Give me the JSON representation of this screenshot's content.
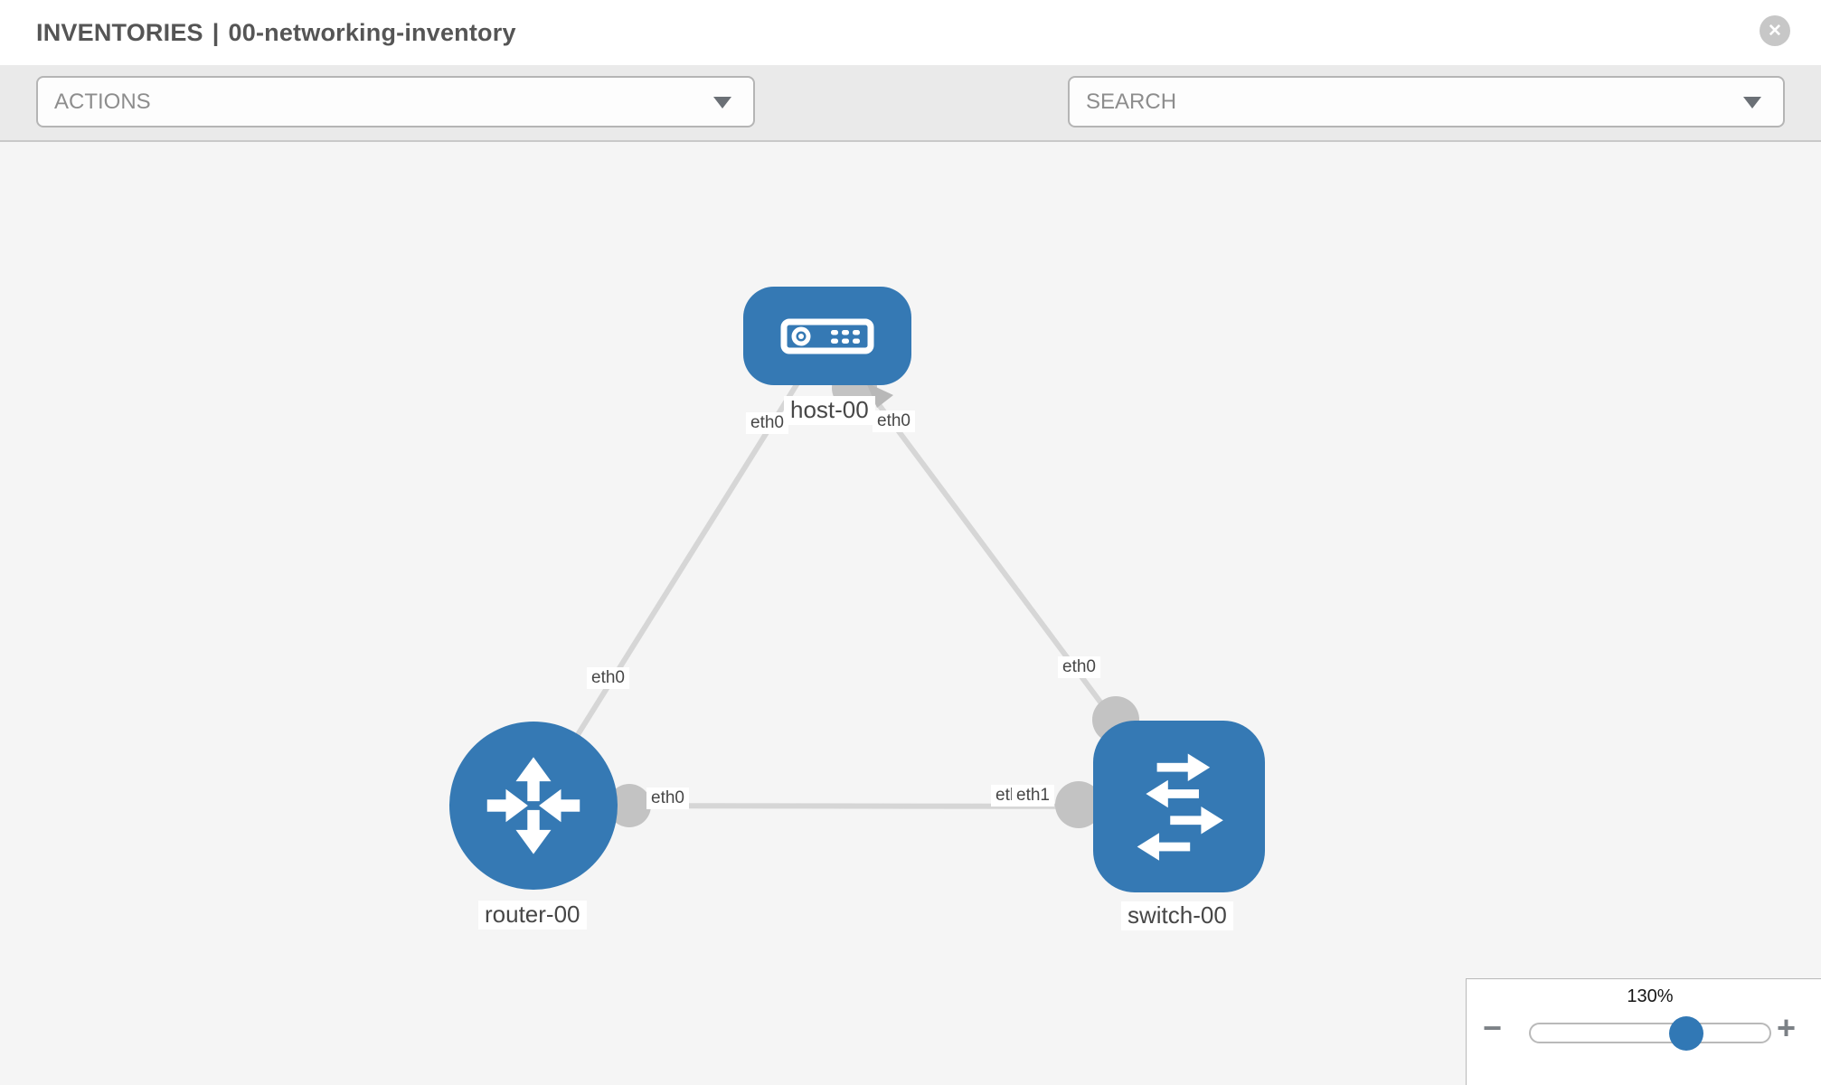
{
  "header": {
    "section": "INVENTORIES",
    "separator": "|",
    "inventory_name": "00-networking-inventory",
    "close_glyph": "✕"
  },
  "toolbar": {
    "actions_label": "ACTIONS",
    "search_label": "SEARCH",
    "icons": [
      "wrench-icon",
      "key-icon"
    ]
  },
  "topology": {
    "nodes": [
      {
        "id": "host-00",
        "type": "host",
        "label": "host-00"
      },
      {
        "id": "router-00",
        "type": "router",
        "label": "router-00"
      },
      {
        "id": "switch-00",
        "type": "switch",
        "label": "switch-00"
      }
    ],
    "links": [
      {
        "source": "host-00",
        "target": "router-00",
        "source_port": "eth0",
        "target_port": "eth0"
      },
      {
        "source": "host-00",
        "target": "switch-00",
        "source_port": "eth0",
        "target_port": "eth0"
      },
      {
        "source": "router-00",
        "target": "switch-00",
        "source_port": "eth0",
        "target_port": "eth1"
      }
    ],
    "port_labels": {
      "host_left": "eth0",
      "host_right": "eth0",
      "router_link_end": "eth0",
      "switch_link_end": "eth0",
      "horiz_router_end": "eth0",
      "horiz_switch_end_a": "eth0",
      "horiz_switch_end_b": "eth1"
    }
  },
  "zoom_control": {
    "level": "130%",
    "minus_glyph": "−",
    "plus_glyph": "+",
    "slider_fraction": 0.65
  },
  "colors": {
    "node_fill": "#3579b4",
    "link_stroke": "#d6d6d6",
    "connector_fill": "#c3c3c3",
    "canvas_bg": "#f5f5f5",
    "toolbar_bg": "#eaeaea",
    "slider_handle": "#3178b5"
  }
}
